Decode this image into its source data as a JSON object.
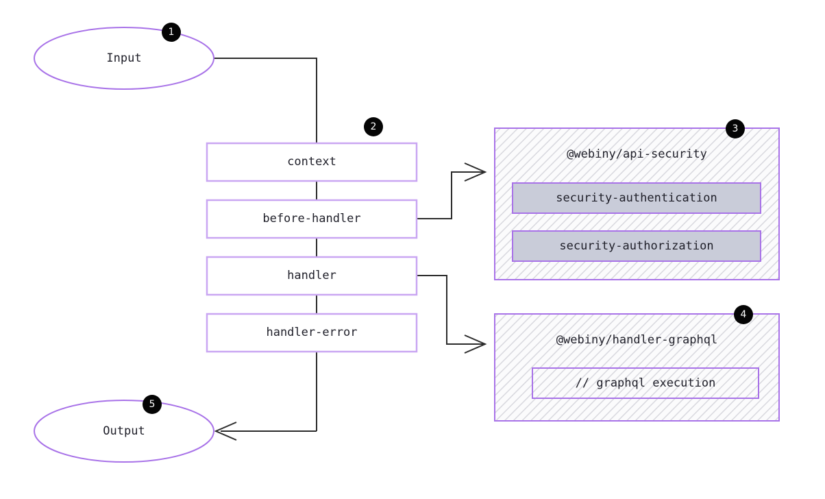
{
  "diagram": {
    "title_nodes": {
      "input": "Input",
      "output": "Output"
    },
    "pipeline": {
      "steps": [
        {
          "label": "context"
        },
        {
          "label": "before-handler"
        },
        {
          "label": "handler"
        },
        {
          "label": "handler-error"
        }
      ]
    },
    "panels": [
      {
        "title": "@webiny/api-security",
        "items": [
          {
            "label": "security-authentication"
          },
          {
            "label": "security-authorization"
          }
        ]
      },
      {
        "title": "@webiny/handler-graphql",
        "items": [
          {
            "label": "// graphql execution"
          }
        ]
      }
    ],
    "badges": [
      {
        "number": "1"
      },
      {
        "number": "2"
      },
      {
        "number": "3"
      },
      {
        "number": "4"
      },
      {
        "number": "5"
      }
    ],
    "colors": {
      "node_stroke": "#a872e8",
      "node_stroke_light": "#c9a6f2",
      "connector": "#2b2b2b",
      "panel_fill": "#fbfbfc",
      "hatch": "#d8d8de",
      "item_fill": "#c9ccd9",
      "badge_bg": "#050505",
      "badge_fg": "#ffffff",
      "text": "#20202a",
      "background": "#ffffff"
    }
  }
}
